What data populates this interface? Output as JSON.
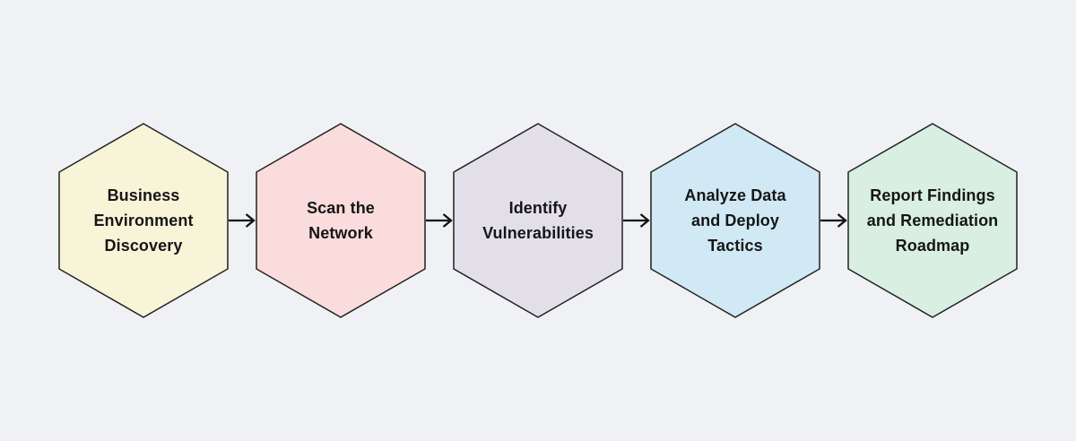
{
  "diagram": {
    "type": "process-flowchart",
    "direction": "left-to-right",
    "node_shape": "hexagon",
    "background_color": "#eff1f4",
    "border_color": "#212121",
    "arrow_color": "#121212",
    "text_color": "#161616",
    "steps": [
      {
        "label": "Business\nEnvironment\nDiscovery",
        "fill": "#f8f4d8"
      },
      {
        "label": "Scan the\nNetwork",
        "fill": "#f9dcdb"
      },
      {
        "label": "Identify\nVulnerabilities",
        "fill": "#e3dfe9"
      },
      {
        "label": "Analyze Data\nand Deploy\nTactics",
        "fill": "#d0e9f4"
      },
      {
        "label": "Report Findings\nand Remediation\nRoadmap",
        "fill": "#d8efe2"
      }
    ]
  }
}
